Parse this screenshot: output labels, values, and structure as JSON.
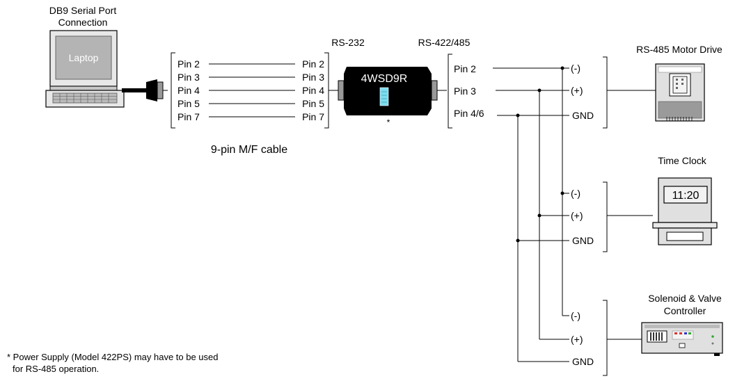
{
  "laptop": {
    "title_line1": "DB9 Serial Port",
    "title_line2": "Connection",
    "screen_label": "Laptop"
  },
  "cable": {
    "left_pins": [
      "Pin 2",
      "Pin 3",
      "Pin 4",
      "Pin 5",
      "Pin 7"
    ],
    "right_pins": [
      "Pin 2",
      "Pin 3",
      "Pin 4",
      "Pin 5",
      "Pin 7"
    ],
    "caption": "9-pin M/F cable"
  },
  "converter": {
    "rs232_label": "RS-232",
    "rs422_label": "RS-422/485",
    "model": "4WSD9R",
    "asterisk": "*"
  },
  "output_pins": [
    "Pin 2",
    "Pin 3",
    "Pin 4/6"
  ],
  "devices": [
    {
      "name_line1": "RS-485 Motor Drive",
      "name_line2": "",
      "terminals": [
        "(-)",
        "(+)",
        "GND"
      ]
    },
    {
      "name_line1": "Time Clock",
      "name_line2": "",
      "display": "11:20",
      "terminals": [
        "(-)",
        "(+)",
        "GND"
      ]
    },
    {
      "name_line1": "Solenoid & Valve",
      "name_line2": "Controller",
      "terminals": [
        "(-)",
        "(+)",
        "GND"
      ]
    }
  ],
  "footnote": {
    "line1": "* Power Supply (Model 422PS) may have to be used",
    "line2": "for RS-485 operation."
  }
}
